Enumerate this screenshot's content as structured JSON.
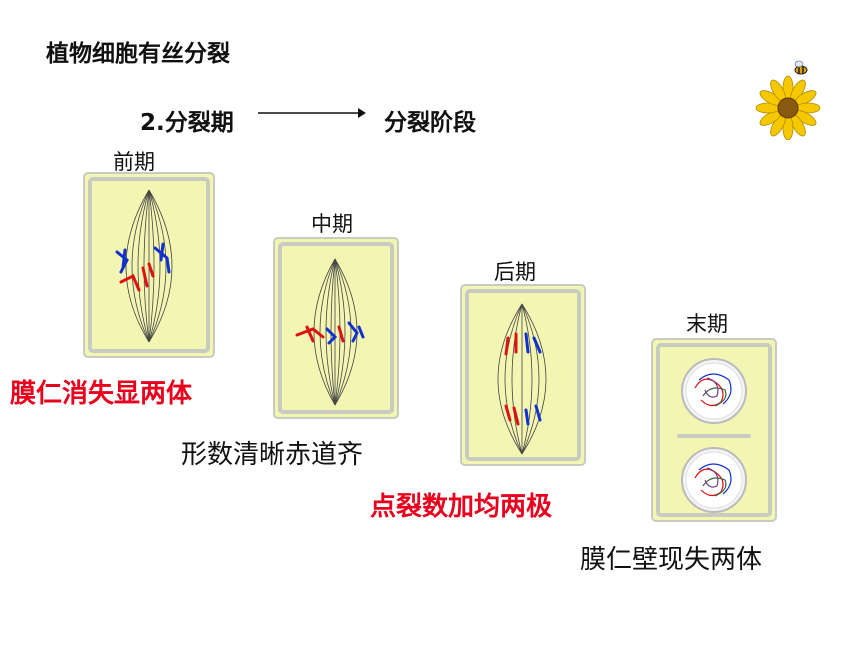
{
  "title": "植物细胞有丝分裂",
  "subtitle": {
    "left": "2.分裂期",
    "right": "分裂阶段"
  },
  "stages": [
    {
      "label": "前期",
      "mnemonic": "膜仁消失显两体",
      "mnemonic_color": "#e8001c"
    },
    {
      "label": "中期",
      "mnemonic": "形数清晰赤道齐",
      "mnemonic_color": "#111111"
    },
    {
      "label": "后期",
      "mnemonic": "点裂数加均两极",
      "mnemonic_color": "#e8001c"
    },
    {
      "label": "末期",
      "mnemonic": "膜仁壁现失两体",
      "mnemonic_color": "#111111"
    }
  ],
  "colors": {
    "cell_fill": "#f3f6b2",
    "cell_wall": "#c8ccc0",
    "chromosome_red": "#e01010",
    "chromosome_blue": "#1030d0",
    "spindle": "#444444"
  },
  "icons": [
    "flower-icon",
    "bee-icon"
  ]
}
